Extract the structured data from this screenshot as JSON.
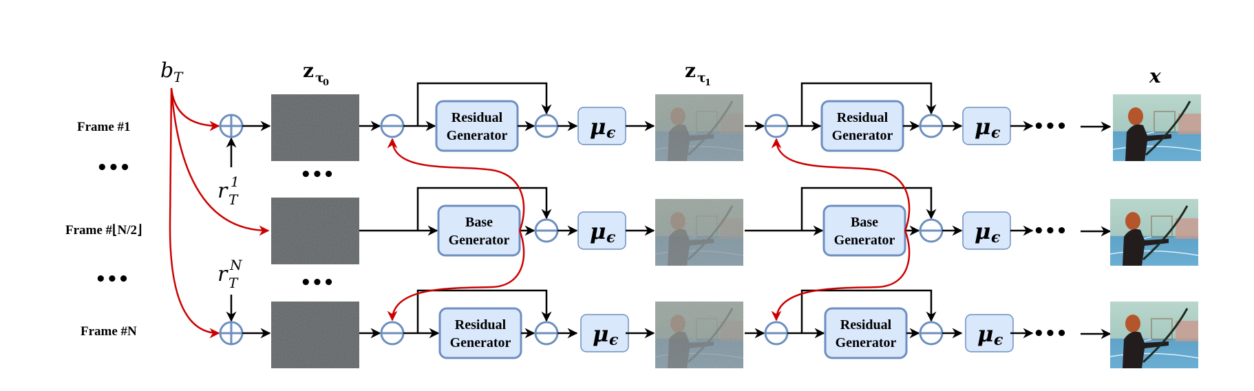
{
  "title": "Multi-frame diffusion pipeline with shared base generator",
  "colors": {
    "node_stroke": "#6c8ebf",
    "box_fill": "#dae8fc",
    "link_red": "#cc0000",
    "wire": "#000000"
  },
  "labels": {
    "b_T": {
      "main": "b",
      "sub": "T"
    },
    "z_tau0": {
      "main": "z",
      "sub": "τ",
      "subsub": "0"
    },
    "z_tau1": {
      "main": "z",
      "sub": "τ",
      "subsub": "1"
    },
    "x": "x",
    "r_T_1": {
      "main": "r",
      "sub": "T",
      "sup": "1"
    },
    "r_T_N": {
      "main": "r",
      "sub": "T",
      "sup": "N"
    },
    "ellipsis": "•••"
  },
  "rows": [
    {
      "frame_label": "Frame #1",
      "stage1_generator": [
        "Residual",
        "Generator"
      ],
      "stage2_generator": [
        "Residual",
        "Generator"
      ]
    },
    {
      "frame_label": "Frame #⌊N/2⌋",
      "stage1_generator": [
        "Base",
        "Generator"
      ],
      "stage2_generator": [
        "Base",
        "Generator"
      ]
    },
    {
      "frame_label": "Frame #N",
      "stage1_generator": [
        "Residual",
        "Generator"
      ],
      "stage2_generator": [
        "Residual",
        "Generator"
      ]
    }
  ],
  "mu_label": {
    "main": "μ",
    "sub": "ϵ"
  },
  "icons": {
    "add_node": "circle-plus-icon",
    "sub_node": "circle-minus-icon",
    "noise_image": "noise-latent-image",
    "archer_image": "archer-frame-image"
  }
}
